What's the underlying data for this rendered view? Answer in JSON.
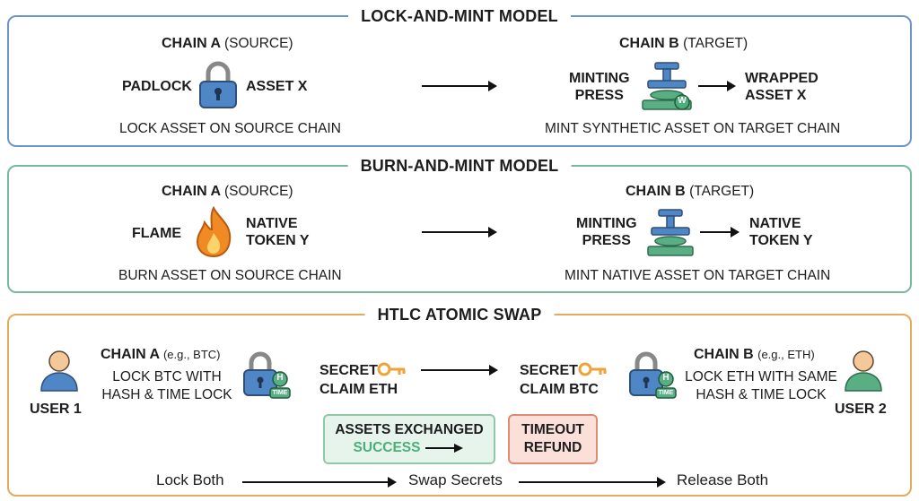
{
  "lock_mint": {
    "title": "LOCK-AND-MINT MODEL",
    "source_chain": "CHAIN A",
    "source_role": "(SOURCE)",
    "padlock_label": "PADLOCK",
    "asset_label": "ASSET X",
    "source_caption": "LOCK ASSET ON SOURCE CHAIN",
    "target_chain": "CHAIN B",
    "target_role": "(TARGET)",
    "press_line1": "MINTING",
    "press_line2": "PRESS",
    "press_badge": "W",
    "output_line1": "WRAPPED",
    "output_line2": "ASSET X",
    "target_caption": "MINT SYNTHETIC ASSET ON TARGET CHAIN"
  },
  "burn_mint": {
    "title": "BURN-AND-MINT MODEL",
    "source_chain": "CHAIN A",
    "source_role": "(SOURCE)",
    "flame_label": "FLAME",
    "token_line1": "NATIVE",
    "token_line2": "TOKEN Y",
    "source_caption": "BURN ASSET ON SOURCE CHAIN",
    "target_chain": "CHAIN B",
    "target_role": "(TARGET)",
    "press_line1": "MINTING",
    "press_line2": "PRESS",
    "output_line1": "NATIVE",
    "output_line2": "TOKEN Y",
    "target_caption": "MINT NATIVE ASSET ON TARGET CHAIN"
  },
  "htlc": {
    "title": "HTLC ATOMIC SWAP",
    "user1": "USER 1",
    "user2": "USER 2",
    "chain_a": "CHAIN A",
    "chain_a_note": "(e.g., BTC)",
    "chain_a_line1": "LOCK BTC WITH",
    "chain_a_line2": "HASH & TIME LOCK",
    "chain_b": "CHAIN B",
    "chain_b_note": "(e.g., ETH)",
    "chain_b_line1": "LOCK ETH WITH SAME",
    "chain_b_line2": "HASH & TIME LOCK",
    "lock_badge_h": "H",
    "lock_badge_time": "TIME",
    "secret1_line1": "SECRET",
    "secret1_line2": "CLAIM ETH",
    "secret2_line1": "SECRET",
    "secret2_line2": "CLAIM BTC",
    "success_line1": "ASSETS EXCHANGED",
    "success_line2": "SUCCESS",
    "timeout_line1": "TIMEOUT",
    "timeout_line2": "REFUND",
    "step1": "Lock Both",
    "step2": "Swap Secrets",
    "step3": "Release Both"
  },
  "colors": {
    "lock_blue": "#4f86c6",
    "press_green": "#5aae84",
    "flame_orange": "#f08a24",
    "user_skin": "#f5c89a",
    "user1_body": "#4f86c6",
    "user2_body": "#5aae84",
    "key_orange": "#f0a23a",
    "success_green": "#4caf7a"
  }
}
